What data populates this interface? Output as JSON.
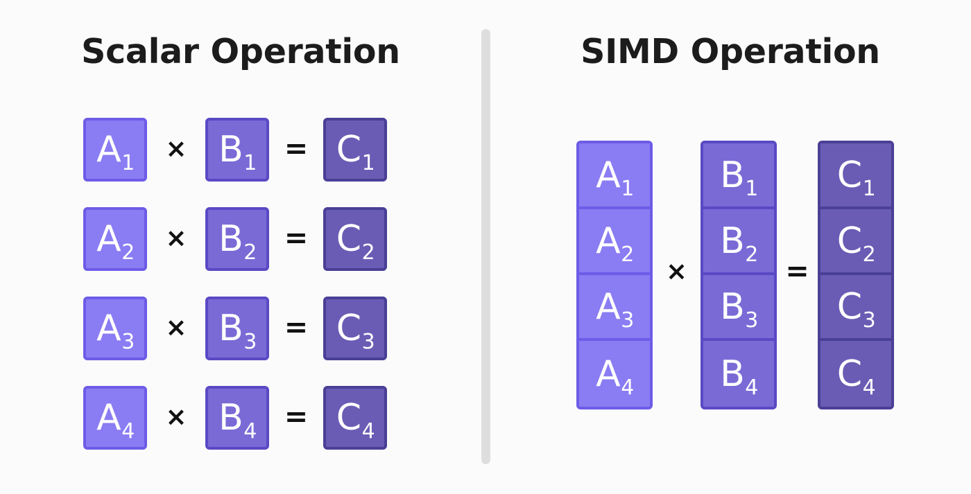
{
  "background": "#fbfbfb",
  "divider": {
    "color": "#dedede",
    "name": "panel-divider"
  },
  "panels": {
    "scalar": {
      "title": "Scalar Operation",
      "operators": {
        "multiply": "×",
        "equals": "="
      },
      "rows": [
        {
          "a": "A",
          "a_sub": "1",
          "b": "B",
          "b_sub": "1",
          "c": "C",
          "c_sub": "1"
        },
        {
          "a": "A",
          "a_sub": "2",
          "b": "B",
          "b_sub": "2",
          "c": "C",
          "c_sub": "2"
        },
        {
          "a": "A",
          "a_sub": "3",
          "b": "B",
          "b_sub": "3",
          "c": "C",
          "c_sub": "3"
        },
        {
          "a": "A",
          "a_sub": "4",
          "b": "B",
          "b_sub": "4",
          "c": "C",
          "c_sub": "4"
        }
      ]
    },
    "simd": {
      "title": "SIMD Operation",
      "operators": {
        "multiply": "×",
        "equals": "="
      },
      "vectors": {
        "a": {
          "name": "A",
          "cells": [
            "1",
            "2",
            "3",
            "4"
          ]
        },
        "b": {
          "name": "B",
          "cells": [
            "1",
            "2",
            "3",
            "4"
          ]
        },
        "c": {
          "name": "C",
          "cells": [
            "1",
            "2",
            "3",
            "4"
          ]
        }
      }
    }
  },
  "colors": {
    "operand_a_fill": "#8a7cf2",
    "operand_a_border": "#6d5ce7",
    "operand_b_fill": "#7a6ad6",
    "operand_b_border": "#5a49c4",
    "operand_c_fill": "#6a5cb4",
    "operand_c_border": "#4a3f96",
    "label_text": "#ffffff",
    "operator_text": "#111111",
    "title_text": "#1c1c1c"
  }
}
